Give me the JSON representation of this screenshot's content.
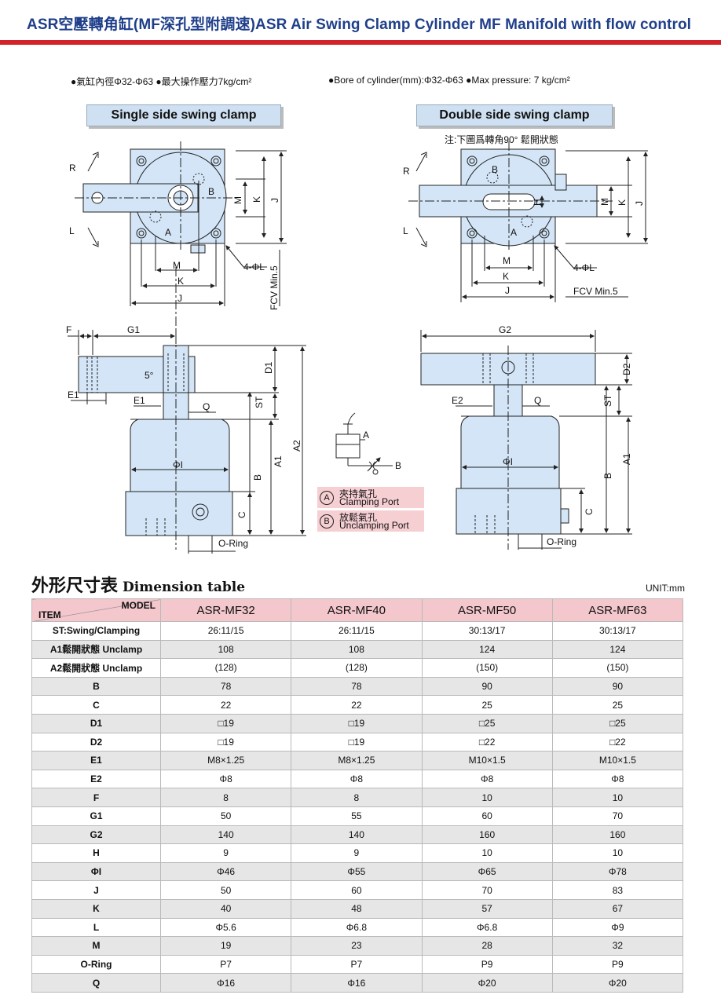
{
  "header": {
    "title": "ASR空壓轉角缸(MF深孔型附調速)ASR Air Swing Clamp Cylinder MF Manifold with flow control"
  },
  "specs": {
    "left": "●氣缸內徑Φ32-Φ63 ●最大操作壓力7kg/cm²",
    "right": "●Bore of cylinder(mm):Φ32-Φ63 ●Max pressure: 7 kg/cm²"
  },
  "drawing": {
    "single_label": "Single side swing clamp",
    "double_label": "Double side swing clamp",
    "double_note": "注:下圖爲轉角90° 鬆開狀態",
    "dims": {
      "R": "R",
      "L": "L",
      "M": "M",
      "K": "K",
      "J": "J",
      "H": "H",
      "A": "A",
      "B": "B",
      "fcv": "FCV Min.5",
      "hole": "4-ΦL",
      "F": "F",
      "G1": "G1",
      "G2": "G2",
      "E1": "E1",
      "E2": "E2",
      "five": "5°",
      "D1": "D1",
      "D2": "D2",
      "ST": "ST",
      "Q": "Q",
      "phiI": "ΦI",
      "A1": "A1",
      "A2": "A2",
      "C": "C",
      "oring": "O-Ring"
    },
    "legend": {
      "a_symbol": "A",
      "a_cn": "夾持氣孔",
      "a_en": "Clamping Port",
      "b_symbol": "B",
      "b_cn": "放鬆氣孔",
      "b_en": "Unclamping Port"
    }
  },
  "table": {
    "title_cn": "外形尺寸表",
    "title_en": "Dimension table",
    "unit": "UNIT:mm",
    "corner_model": "MODEL",
    "corner_item": "ITEM",
    "models": [
      "ASR-MF32",
      "ASR-MF40",
      "ASR-MF50",
      "ASR-MF63"
    ],
    "rows": [
      {
        "item": "ST:Swing/Clamping",
        "v": [
          "26:11/15",
          "26:11/15",
          "30:13/17",
          "30:13/17"
        ]
      },
      {
        "item": "A1鬆開狀態 Unclamp",
        "v": [
          "108",
          "108",
          "124",
          "124"
        ]
      },
      {
        "item": "A2鬆開狀態 Unclamp",
        "v": [
          "(128)",
          "(128)",
          "(150)",
          "(150)"
        ]
      },
      {
        "item": "B",
        "v": [
          "78",
          "78",
          "90",
          "90"
        ]
      },
      {
        "item": "C",
        "v": [
          "22",
          "22",
          "25",
          "25"
        ]
      },
      {
        "item": "D1",
        "v": [
          "□19",
          "□19",
          "□25",
          "□25"
        ]
      },
      {
        "item": "D2",
        "v": [
          "□19",
          "□19",
          "□22",
          "□22"
        ]
      },
      {
        "item": "E1",
        "v": [
          "M8×1.25",
          "M8×1.25",
          "M10×1.5",
          "M10×1.5"
        ]
      },
      {
        "item": "E2",
        "v": [
          "Φ8",
          "Φ8",
          "Φ8",
          "Φ8"
        ]
      },
      {
        "item": "F",
        "v": [
          "8",
          "8",
          "10",
          "10"
        ]
      },
      {
        "item": "G1",
        "v": [
          "50",
          "55",
          "60",
          "70"
        ]
      },
      {
        "item": "G2",
        "v": [
          "140",
          "140",
          "160",
          "160"
        ]
      },
      {
        "item": "H",
        "v": [
          "9",
          "9",
          "10",
          "10"
        ]
      },
      {
        "item": "ΦI",
        "v": [
          "Φ46",
          "Φ55",
          "Φ65",
          "Φ78"
        ]
      },
      {
        "item": "J",
        "v": [
          "50",
          "60",
          "70",
          "83"
        ]
      },
      {
        "item": "K",
        "v": [
          "40",
          "48",
          "57",
          "67"
        ]
      },
      {
        "item": "L",
        "v": [
          "Φ5.6",
          "Φ6.8",
          "Φ6.8",
          "Φ9"
        ]
      },
      {
        "item": "M",
        "v": [
          "19",
          "23",
          "28",
          "32"
        ]
      },
      {
        "item": "O-Ring",
        "v": [
          "P7",
          "P7",
          "P9",
          "P9"
        ]
      },
      {
        "item": "Q",
        "v": [
          "Φ16",
          "Φ16",
          "Φ20",
          "Φ20"
        ]
      }
    ]
  },
  "colors": {
    "accent": "#d2232a",
    "title": "#1f3f8a",
    "part_fill": "#d3e5f7",
    "header_fill": "#f3c7cc"
  }
}
